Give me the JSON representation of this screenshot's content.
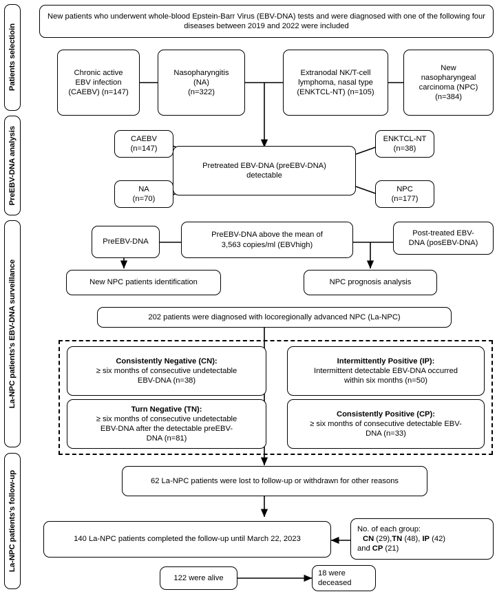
{
  "sidebar": {
    "sections": [
      {
        "name": "patients-selection",
        "label": "Patients selectioin"
      },
      {
        "name": "pre-ebv-dna-analysis",
        "label": "PreEBV-DNA analysis"
      },
      {
        "name": "ebv-dna-surveillance",
        "label": "La-NPC patients's EBV-DNA surveillance"
      },
      {
        "name": "patients-follow-up",
        "label": "La-NPC patients's follow-up"
      }
    ]
  },
  "flow": {
    "inclusion": "New patients who underwent whole-blood Epstein-Barr Virus (EBV-DNA) tests and were diagnosed with one of the following four diseases between 2019 and 2022 were included",
    "diseases": [
      {
        "name": "caebv",
        "line1": "Chronic active",
        "line2": "EBV infection",
        "line3": "(CAEBV) (n=147)"
      },
      {
        "name": "na",
        "line1": "Nasopharyngitis",
        "line2": "(NA)",
        "line3": "(n=322)"
      },
      {
        "name": "enktcl",
        "line1": "Extranodal NK/T-cell",
        "line2": "lymphoma, nasal type",
        "line3": "(ENKTCL-NT) (n=105)"
      },
      {
        "name": "npc",
        "line1": "New",
        "line2": "nasopharyngeal",
        "line3": "carcinoma (NPC)",
        "line4": "(n=384)"
      }
    ],
    "pretreated": {
      "line1": "Pretreated EBV-DNA (preEBV-DNA)",
      "line2": "detectable"
    },
    "detectable_counts": [
      {
        "name": "caebv-detectable",
        "line1": "CAEBV",
        "line2": "(n=147)"
      },
      {
        "name": "enktcl-detectable",
        "line1": "ENKTCL-NT",
        "line2": "(n=38)"
      },
      {
        "name": "na-detectable",
        "line1": "NA",
        "line2": "(n=70)"
      },
      {
        "name": "npc-detectable",
        "line1": "NPC",
        "line2": "(n=177)"
      }
    ],
    "pre_ebv_dna": "PreEBV-DNA",
    "ebv_high": {
      "line1": "PreEBV-DNA above the mean of",
      "line2": "3,563 copies/ml (EBVhigh)"
    },
    "post_treated": {
      "line1": "Post-treated EBV-",
      "line2": "DNA (posEBV-DNA)"
    },
    "new_npc_identification": "New NPC patients identification",
    "npc_prognosis": "NPC prognosis analysis",
    "la_npc_diagnosed": "202 patients were diagnosed with locoregionally advanced NPC (La-NPC)",
    "groups": [
      {
        "name": "consistently-negative",
        "title": "Consistently Negative (CN):",
        "line1": "≥ six months of consecutive undetectable",
        "line2": "EBV-DNA (n=38)",
        "line3": ""
      },
      {
        "name": "intermittently-positive",
        "title": "Intermittently Positive (IP):",
        "line1": "Intermittent detectable EBV-DNA occurred",
        "line2": "within six months (n=50)",
        "line3": ""
      },
      {
        "name": "turn-negative",
        "title": "Turn Negative (TN):",
        "line1": "≥ six months of consecutive undetectable",
        "line2": "EBV-DNA after the detectable preEBV-",
        "line3": "DNA (n=81)"
      },
      {
        "name": "consistently-positive",
        "title": "Consistently Positive (CP):",
        "line1": "≥ six months of consecutive detectable EBV-",
        "line2": "DNA (n=33)",
        "line3": ""
      }
    ],
    "lost_followup": "62 La-NPC patients were lost to follow-up or withdrawn for other reasons",
    "completed_followup": "140 La-NPC patients completed the follow-up until March 22, 2023",
    "group_counts": {
      "header": "No. of each group:",
      "line2_parts": [
        {
          "bold": "CN",
          "plain": " (29),"
        },
        {
          "bold": "TN",
          "plain": " (48), "
        },
        {
          "bold": "IP",
          "plain": " (42)"
        }
      ],
      "line3_prefix": "and ",
      "line3_bold": "CP",
      "line3_suffix": " (21)"
    },
    "alive": "122 were alive",
    "deceased": {
      "line1": "18 were",
      "line2": "deceased"
    }
  },
  "colors": {
    "stroke": "#000000",
    "background": "#ffffff"
  }
}
